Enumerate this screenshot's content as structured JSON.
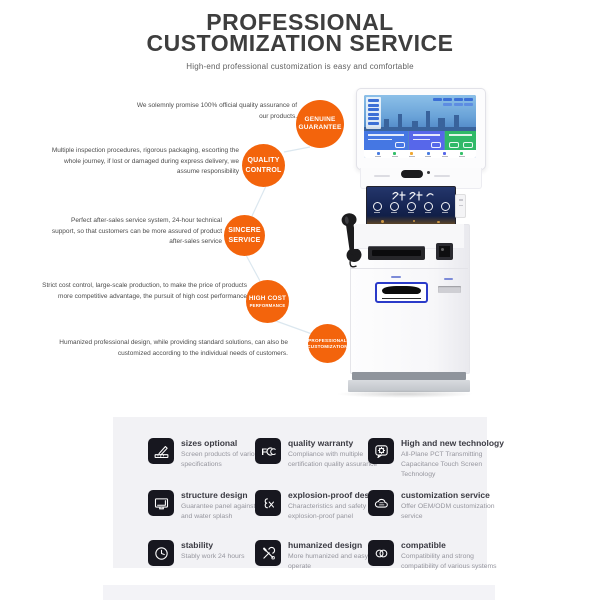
{
  "header": {
    "title_line1": "PROFESSIONAL",
    "title_line2": "CUSTOMIZATION SERVICE",
    "subtitle": "High-end professional customization is easy and comfortable"
  },
  "colors": {
    "accent_orange": "#f3640c",
    "title_text": "#3e3e3e",
    "body_text": "#4c4c4c",
    "feature_tile": "#17171f",
    "feature_panel": "#f2f2f5"
  },
  "promises": {
    "items": [
      {
        "badge_line1": "GENUINE",
        "badge_line2": "GUARANTEE",
        "text": "We solemnly promise 100% official quality assurance of our products."
      },
      {
        "badge_line1": "QUALITY",
        "badge_line2": "CONTROL",
        "text": "Multiple inspection procedures, rigorous packaging, escorting the whole journey, if lost or damaged during express delivery, we assume responsibility"
      },
      {
        "badge_line1": "SINCERE",
        "badge_line2": "SERVICE",
        "text": "Perfect after-sales service system, 24-hour technical support, so that customers can be more assured of product after-sales service"
      },
      {
        "badge_line1": "HIGH COST",
        "badge_line2": "PERFORMANCE",
        "text": "Strict cost control, large-scale production, to make the price of products more competitive advantage, the pursuit of high cost performance"
      },
      {
        "badge_line1": "PROFESSIONAL",
        "badge_line2": "CUSTOMIZATION",
        "text": "Humanized professional design, while providing standard solutions, can also be customized according to the individual needs of customers."
      }
    ]
  },
  "kiosk": {
    "image": "dual-screen-self-service-kiosk-with-handset-printer-and-scanner"
  },
  "features": {
    "items": [
      {
        "icon": "ruler-pencil-icon",
        "title": "sizes optional",
        "desc": "Screen products of various specifications"
      },
      {
        "icon": "fcc-certification-icon",
        "title": "quality warranty",
        "desc": "Compliance with multiple certification quality assurance"
      },
      {
        "icon": "gear-speech-bubble-icon",
        "title": "High and new technology",
        "desc": "All-Plane PCT Transmitting Capacitance Touch Screen Technology"
      },
      {
        "icon": "monitor-panel-icon",
        "title": "structure design",
        "desc": "Guarantee panel against dust and water splash"
      },
      {
        "icon": "explosion-proof-icon",
        "title": "explosion-proof design",
        "desc": "Characteristics and safety of explosion-proof panel"
      },
      {
        "icon": "cloud-custom-icon",
        "title": "customization service",
        "desc": "Offer OEM/ODM customization service"
      },
      {
        "icon": "clock-icon",
        "title": "stability",
        "desc": "Stably work 24 hours"
      },
      {
        "icon": "tools-icon",
        "title": "humanized design",
        "desc": "More humanized and easy to operate"
      },
      {
        "icon": "linked-circles-icon",
        "title": "compatible",
        "desc": "Compatibility and strong compatibility of various systems"
      }
    ]
  }
}
